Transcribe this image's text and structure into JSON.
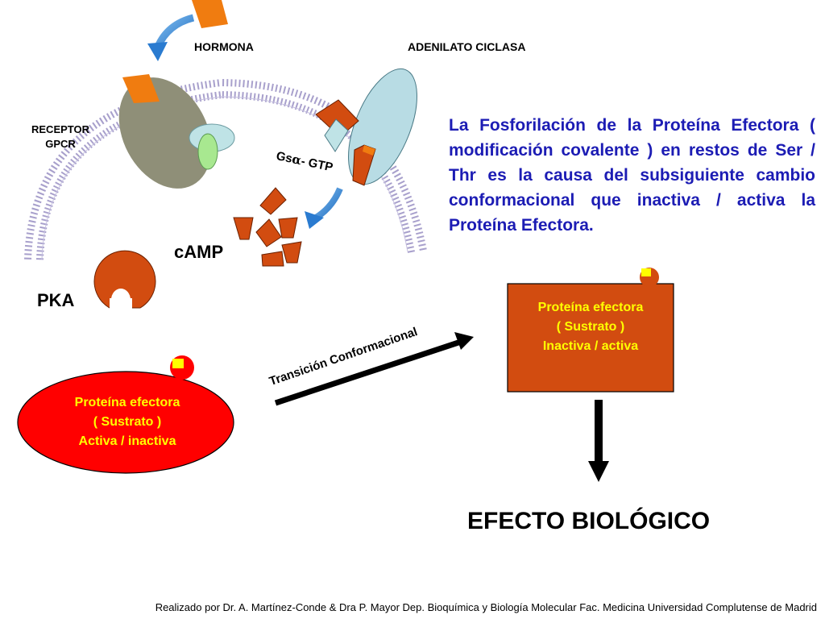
{
  "labels": {
    "hormona": "HORMONA",
    "adenilato": "ADENILATO CICLASA",
    "receptor_line1": "RECEPTOR",
    "receptor_line2": "GPCR",
    "gs_prefix": "Gs",
    "gs_alpha": "α",
    "gs_suffix": "- GTP",
    "camp": "cAMP",
    "pka": "PKA",
    "transicion": "Transición Conformacional",
    "efecto": "EFECTO BIOLÓGICO"
  },
  "paragraph": "La Fosforilación de la Proteína Efectora ( modificación covalente ) en restos de Ser / Thr es la causa del subsiguiente cambio conformacional que inactiva / activa la Proteína Efectora.",
  "boxes": {
    "rectangle": {
      "line1": "Proteína efectora",
      "line2": "( Sustrato )",
      "line3": "Inactiva / activa"
    },
    "ellipse": {
      "line1": "Proteína efectora",
      "line2": "( Sustrato )",
      "line3": "Activa / inactiva"
    }
  },
  "footer": "Realizado por Dr. A. Martínez-Conde & Dra P. Mayor Dep. Bioquímica y Biología Molecular Fac. Medicina Universidad Complutense de Madrid",
  "colors": {
    "membrane": "#a8a0cc",
    "receptor": "#8f8f78",
    "hormone": "#f07c10",
    "adenylate": "#b8dce4",
    "camp": "#d24c10",
    "pka": "#d24c10",
    "rect_fill": "#d24c10",
    "ellipse_fill": "#ff0000",
    "box_text": "#ffff00",
    "paragraph_text": "#1c1cb4",
    "arrow_blue": "#2a7bd0"
  },
  "icons": [
    "hormone-shape",
    "receptor-shape",
    "adenylate-cyclase-shape",
    "camp-molecule",
    "pka-shape",
    "phosphate-marker"
  ]
}
